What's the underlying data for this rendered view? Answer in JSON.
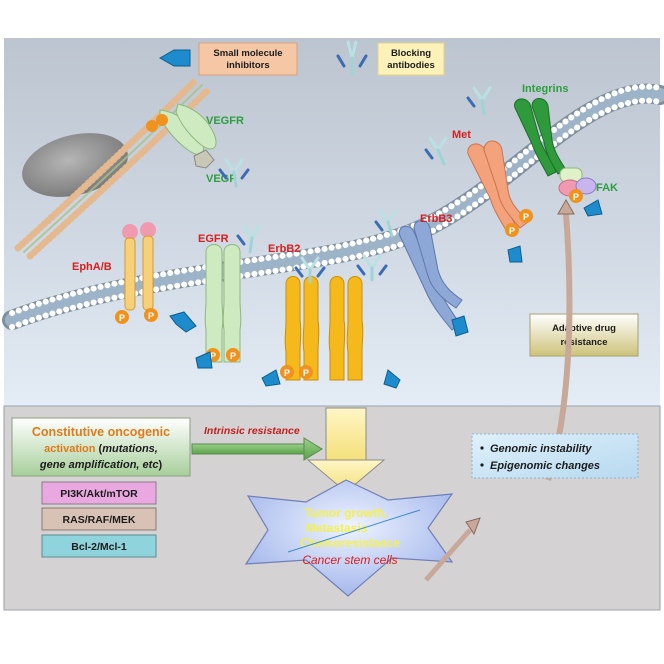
{
  "legend": {
    "small_molecule_line1": "Small molecule",
    "small_molecule_line2": "inhibitors",
    "antibodies_line1": "Blocking",
    "antibodies_line2": "antibodies"
  },
  "receptors": {
    "vegfr": "VEGFR",
    "vegf": "VEGF",
    "epha_b": "EphA/B",
    "egfr": "EGFR",
    "erbb2": "ErbB2",
    "erbb3": "ErbB3",
    "met": "Met",
    "integrins": "Integrins",
    "fak": "FAK"
  },
  "phospho_label": "P",
  "adaptive": {
    "line1": "Adaptive drug",
    "line2": "resistance"
  },
  "constitutive": {
    "line1_a": "Constitutive oncogenic",
    "line2_a": "activation",
    "line2_b": " (",
    "line2_c": "mutations,",
    "line3": "gene amplification, etc",
    "line3_end": ")"
  },
  "intrinsic": "Intrinsic resistance",
  "pathways": [
    {
      "label": "PI3K/Akt/mTOR",
      "color": "#e9a9e0"
    },
    {
      "label": "RAS/RAF/MEK",
      "color": "#d8c2b5"
    },
    {
      "label": "Bcl-2/Mcl-1",
      "color": "#8fd3dc"
    }
  ],
  "genomic": [
    "Genomic  instability",
    "Epigenomic changes"
  ],
  "outcome": {
    "line1": "Tumor growth,",
    "line2": "Metastasis",
    "line3": "Chemoresistance",
    "line4": "Cancer stem cells"
  },
  "colors": {
    "receptor_orange": "#f5b91c",
    "receptor_green": "#cdeac0",
    "phospho": "#f0921e",
    "integrin": "#2f9a3c",
    "met": "#f3a27c",
    "erbb3": "#8da7d6",
    "inhibitor_arrow": "#1e8ccc"
  }
}
